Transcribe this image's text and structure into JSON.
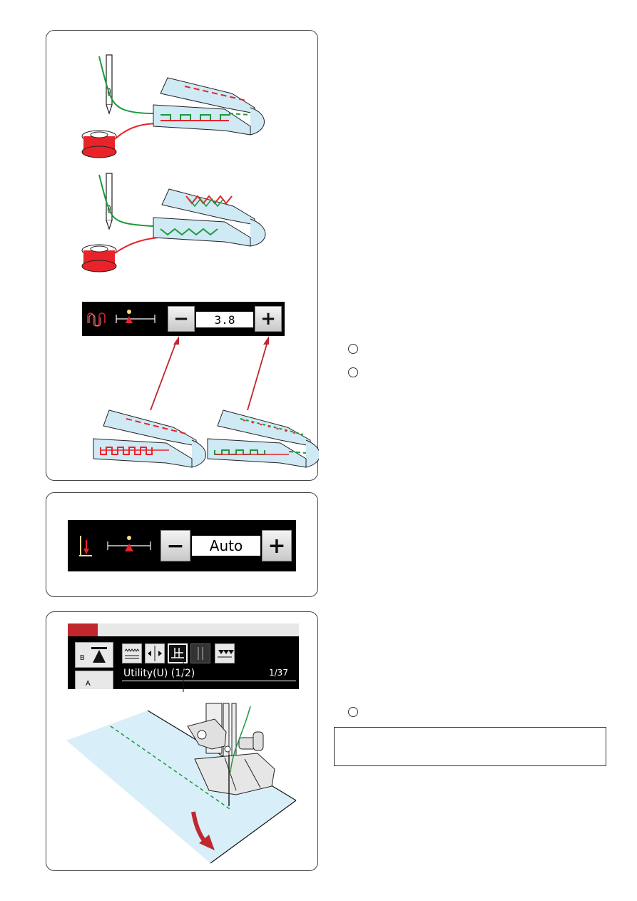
{
  "panel1": {
    "tension_control": {
      "value": "3.8",
      "minus_label": "−",
      "plus_label": "+"
    }
  },
  "panel2": {
    "foot_pressure_control": {
      "value": "Auto",
      "minus_label": "−",
      "plus_label": "+"
    }
  },
  "panel3": {
    "screen": {
      "mode_label": "Utility(U) (1/2)",
      "page_counter": "1/37",
      "b_key_label": "B",
      "a_key_label": "A"
    }
  },
  "colors": {
    "needle_thread": "#1a9a3a",
    "bobbin_thread": "#e8242a",
    "fabric": "#bfe3f4",
    "arrow": "#c0282e"
  }
}
